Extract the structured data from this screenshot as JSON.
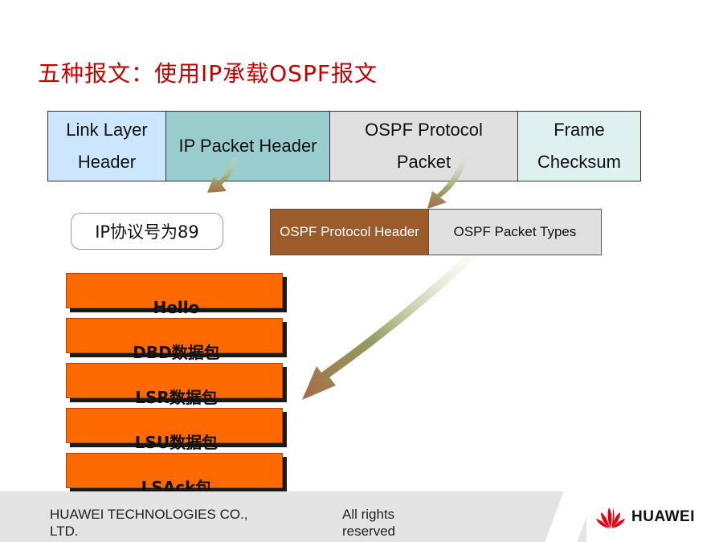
{
  "title": "五种报文：使用IP承载OSPF报文",
  "frame": {
    "segments": [
      {
        "line1": "Link Layer",
        "line2": "Header",
        "color": "#cce6ff"
      },
      {
        "line1": "IP Packet Header",
        "line2": "",
        "color": "#99cccc"
      },
      {
        "line1": "OSPF Protocol",
        "line2": "Packet",
        "color": "#e0e0e0"
      },
      {
        "line1": "Frame",
        "line2": "Checksum",
        "color": "#dff0f0"
      }
    ]
  },
  "ip_note": "IP协议号为89",
  "ospf_bar": {
    "header": "OSPF Protocol Header",
    "types": "OSPF Packet Types",
    "header_color": "#9b5b2a",
    "types_color": "#e0e0e0"
  },
  "packet_types": [
    "Hello",
    "DBD数据包",
    "LSR数据包",
    "LSU数据包",
    "LSAck包"
  ],
  "footer": {
    "company_line1": "HUAWEI TECHNOLOGIES CO.,",
    "company_line2": "LTD.",
    "rights_line1": "All rights",
    "rights_line2": "reserved",
    "logo_text": "HUAWEI",
    "logo_icon": "huawei-petal-logo"
  },
  "colors": {
    "title": "#c00000",
    "packet_fill": "#ff6a00",
    "arrow": "#8b9a5a"
  }
}
